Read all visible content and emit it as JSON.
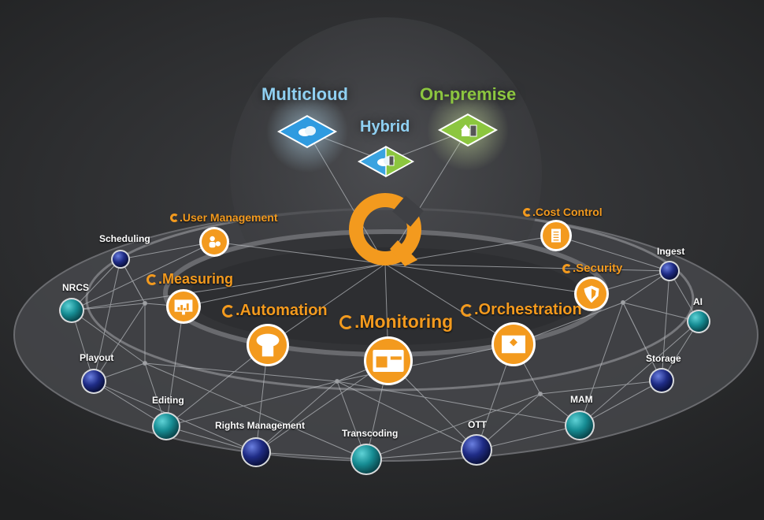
{
  "environments": [
    {
      "id": "multicloud",
      "label": "Multicloud",
      "color": "#8fd0f2",
      "icon": "cloud-icon"
    },
    {
      "id": "hybrid",
      "label": "Hybrid",
      "color": "#8fd0f2",
      "icon": "cloud-server-icon"
    },
    {
      "id": "on-premise",
      "label": "On-premise",
      "color": "#8cc63f",
      "icon": "building-server-icon"
    }
  ],
  "modules": [
    {
      "id": "user-management",
      "label": ".User Management",
      "icon": "user-gear-icon"
    },
    {
      "id": "measuring",
      "label": ".Measuring",
      "icon": "chart-monitor-icon"
    },
    {
      "id": "automation",
      "label": ".Automation",
      "icon": "cloud-database-icon"
    },
    {
      "id": "monitoring",
      "label": ".Monitoring",
      "icon": "dashboard-window-icon"
    },
    {
      "id": "orchestration",
      "label": ".Orchestration",
      "icon": "workflow-icon"
    },
    {
      "id": "security",
      "label": ".Security",
      "icon": "shield-icon"
    },
    {
      "id": "cost-control",
      "label": ".Cost Control",
      "icon": "document-icon"
    }
  ],
  "workflow_nodes": [
    {
      "id": "scheduling",
      "label": "Scheduling",
      "color": "navy"
    },
    {
      "id": "nrcs",
      "label": "NRCS",
      "color": "teal"
    },
    {
      "id": "playout",
      "label": "Playout",
      "color": "navy"
    },
    {
      "id": "editing",
      "label": "Editing",
      "color": "teal"
    },
    {
      "id": "rights-management",
      "label": "Rights Management",
      "color": "navy"
    },
    {
      "id": "transcoding",
      "label": "Transcoding",
      "color": "teal"
    },
    {
      "id": "ott",
      "label": "OTT",
      "color": "navy"
    },
    {
      "id": "mam",
      "label": "MAM",
      "color": "teal"
    },
    {
      "id": "storage",
      "label": "Storage",
      "color": "navy"
    },
    {
      "id": "ai",
      "label": "AI",
      "color": "teal"
    },
    {
      "id": "ingest",
      "label": "Ingest",
      "color": "navy"
    }
  ],
  "colors": {
    "accent": "#f39a1e",
    "teal": "#1a8a92",
    "navy": "#1d2a78",
    "line": "#b9bcc0"
  }
}
